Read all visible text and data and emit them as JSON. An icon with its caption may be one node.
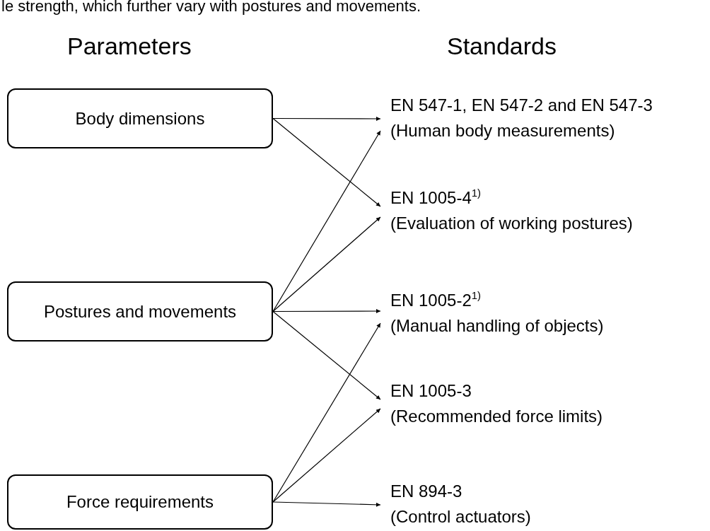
{
  "diagram": {
    "nodes": [
      {
        "text": [
          "Body dimensions"
        ]
      },
      {
        "text": [
          "Postures and movements"
        ]
      },
      {
        "text": [
          "Force requirements"
        ]
      },
      {
        "text": [
          "EN 547-1, EN 547-2 and EN 547-3",
          "(Human body measurements)"
        ]
      },
      {
        "text": [
          "EN 1005-4$^{1)}$",
          "(Evaluation of working postures)"
        ]
      },
      {
        "text": [
          "EN 1005-2$^{1)}$",
          "(Manual handling of objects)"
        ]
      },
      {
        "text": [
          "EN 1005-3",
          "(Recommended force limits)"
        ]
      },
      {
        "text": [
          "EN 894-3",
          "(Control actuators)"
        ]
      }
    ],
    "edges": [
      {
        "from": 0,
        "to": 3,
        "arrow": "to"
      },
      {
        "from": 0,
        "to": 4,
        "arrow": "to"
      },
      {
        "from": 1,
        "to": 3,
        "arrow": "to"
      },
      {
        "from": 1,
        "to": 4,
        "arrow": "to"
      },
      {
        "from": 1,
        "to": 5,
        "arrow": "to"
      },
      {
        "from": 1,
        "to": 6,
        "arrow": "to"
      },
      {
        "from": 2,
        "to": 5,
        "arrow": "to"
      },
      {
        "from": 2,
        "to": 6,
        "arrow": "to"
      },
      {
        "from": 2,
        "to": 7,
        "arrow": "to"
      }
    ],
    "labels": [
      "le strength, which further vary with postures and movements.",
      "Parameters",
      "Standards"
    ]
  }
}
